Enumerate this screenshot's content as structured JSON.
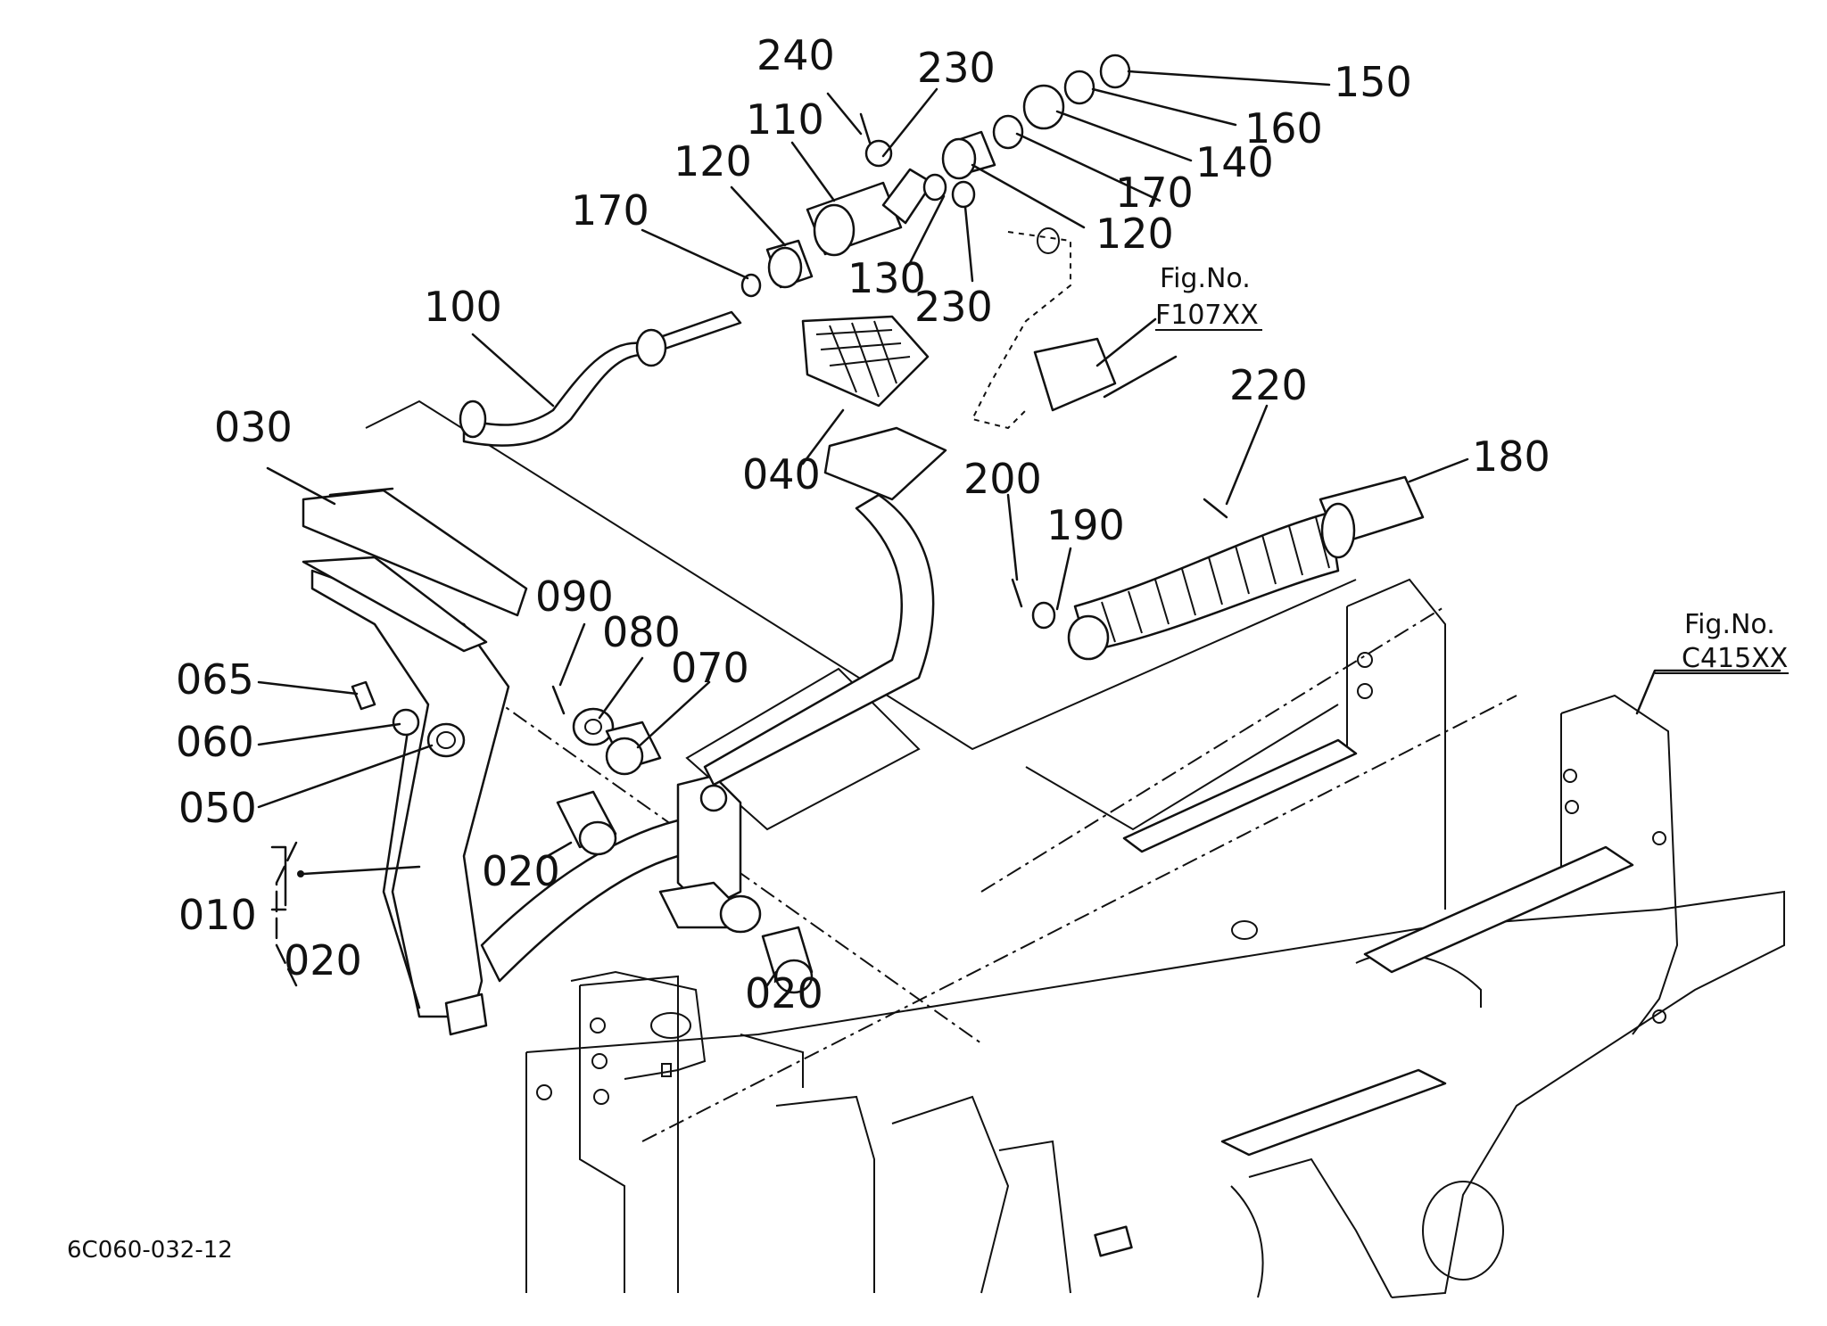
{
  "callouts": [
    {
      "id": "label-240",
      "text": "240"
    },
    {
      "id": "label-230-top",
      "text": "230"
    },
    {
      "id": "label-110",
      "text": "110"
    },
    {
      "id": "label-120-left",
      "text": "120"
    },
    {
      "id": "label-170-left",
      "text": "170"
    },
    {
      "id": "label-100",
      "text": "100"
    },
    {
      "id": "label-030",
      "text": "030"
    },
    {
      "id": "label-040",
      "text": "040"
    },
    {
      "id": "label-150",
      "text": "150"
    },
    {
      "id": "label-160",
      "text": "160"
    },
    {
      "id": "label-140",
      "text": "140"
    },
    {
      "id": "label-170-right",
      "text": "170"
    },
    {
      "id": "label-120-right",
      "text": "120"
    },
    {
      "id": "label-130",
      "text": "130"
    },
    {
      "id": "label-230-bottom",
      "text": "230"
    },
    {
      "id": "label-220",
      "text": "220"
    },
    {
      "id": "label-180",
      "text": "180"
    },
    {
      "id": "label-200",
      "text": "200"
    },
    {
      "id": "label-190",
      "text": "190"
    },
    {
      "id": "label-090",
      "text": "090"
    },
    {
      "id": "label-080",
      "text": "080"
    },
    {
      "id": "label-070",
      "text": "070"
    },
    {
      "id": "label-065",
      "text": "065"
    },
    {
      "id": "label-060",
      "text": "060"
    },
    {
      "id": "label-050",
      "text": "050"
    },
    {
      "id": "label-020-a",
      "text": "020"
    },
    {
      "id": "label-010",
      "text": "010"
    },
    {
      "id": "label-020-b",
      "text": "020"
    },
    {
      "id": "label-020-c",
      "text": "020"
    }
  ],
  "references": {
    "ref1": {
      "title": "Fig.No.",
      "code": "F107XX"
    },
    "ref2": {
      "title": "Fig.No.",
      "code": "C415XX"
    }
  },
  "footer": {
    "drawing_code": "6C060-032-12"
  }
}
